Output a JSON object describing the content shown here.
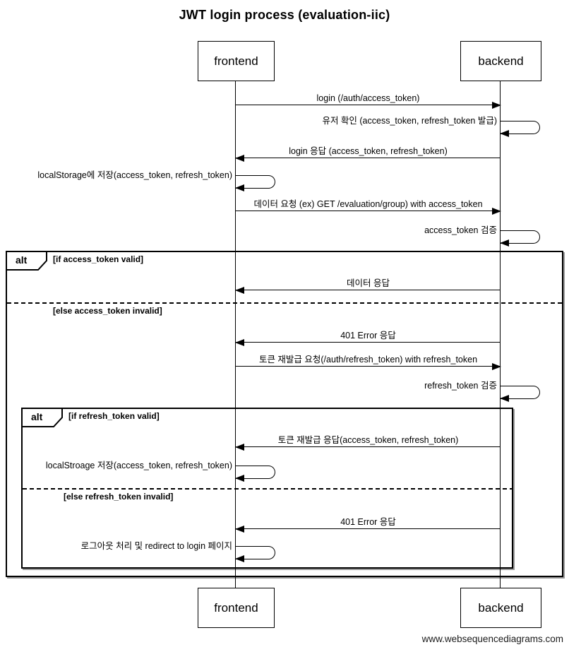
{
  "title": "JWT login process (evaluation-iic)",
  "actors": {
    "frontend": "frontend",
    "backend": "backend"
  },
  "frames": {
    "outer": {
      "keyword": "alt",
      "condition": "[if access_token valid]",
      "else_condition": "[else access_token invalid]"
    },
    "inner": {
      "keyword": "alt",
      "condition": "[if refresh_token valid]",
      "else_condition": "[else refresh_token invalid]"
    }
  },
  "messages": [
    {
      "label": "login (/auth/access_token)",
      "from": "frontend",
      "to": "backend",
      "kind": "call"
    },
    {
      "label": "유저 확인 (access_token, refresh_token 발급)",
      "from": "backend",
      "to": "backend",
      "kind": "self"
    },
    {
      "label": "login 응답 (access_token, refresh_token)",
      "from": "backend",
      "to": "frontend",
      "kind": "call"
    },
    {
      "label": "localStorage에 저장(access_token, refresh_token)",
      "from": "frontend",
      "to": "frontend",
      "kind": "self"
    },
    {
      "label": "데이터 요청 (ex) GET /evaluation/group) with access_token",
      "from": "frontend",
      "to": "backend",
      "kind": "call"
    },
    {
      "label": "access_token 검증",
      "from": "backend",
      "to": "backend",
      "kind": "self"
    },
    {
      "label": "데이터 응답",
      "from": "backend",
      "to": "frontend",
      "kind": "call"
    },
    {
      "label": "401 Error 응답",
      "from": "backend",
      "to": "frontend",
      "kind": "call"
    },
    {
      "label": "토큰 재발급 요청(/auth/refresh_token) with refresh_token",
      "from": "frontend",
      "to": "backend",
      "kind": "call"
    },
    {
      "label": "refresh_token 검증",
      "from": "backend",
      "to": "backend",
      "kind": "self"
    },
    {
      "label": "토큰 재발급 응답(access_token, refresh_token)",
      "from": "backend",
      "to": "frontend",
      "kind": "call"
    },
    {
      "label": "localStroage 저장(access_token, refresh_token)",
      "from": "frontend",
      "to": "frontend",
      "kind": "self"
    },
    {
      "label": "401 Error 응답",
      "from": "backend",
      "to": "frontend",
      "kind": "call"
    },
    {
      "label": "로그아웃 처리 및 redirect to login 페이지",
      "from": "frontend",
      "to": "frontend",
      "kind": "self"
    }
  ],
  "watermark": "www.websequencediagrams.com"
}
